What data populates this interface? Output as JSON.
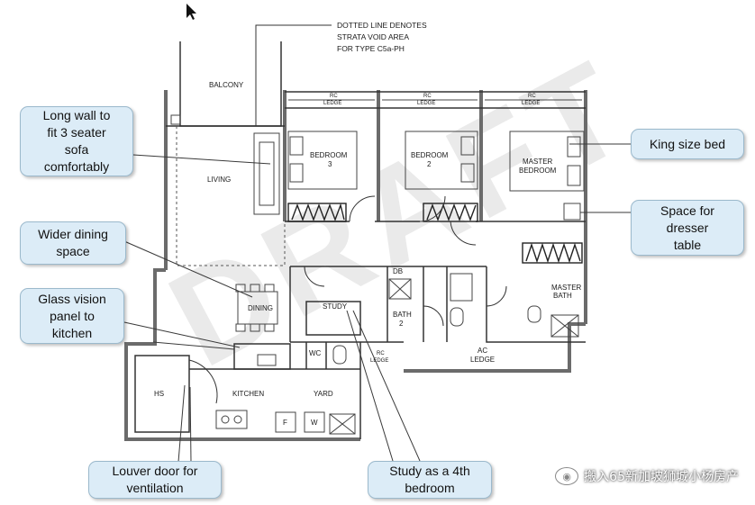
{
  "watermark": "DRAFT",
  "plan_note": [
    "DOTTED LINE DENOTES",
    "STRATA VOID AREA",
    "FOR TYPE C5a-PH"
  ],
  "rooms": {
    "balcony": "BALCONY",
    "living": "LIVING",
    "dining": "DINING",
    "bedroom3": [
      "BEDROOM",
      "3"
    ],
    "bedroom2": [
      "BEDROOM",
      "2"
    ],
    "master_bedroom": [
      "MASTER",
      "BEDROOM"
    ],
    "master_bath": [
      "MASTER",
      "BATH"
    ],
    "study": "STUDY",
    "bath2": [
      "BATH",
      "2"
    ],
    "db": "DB",
    "wc": "WC",
    "hs": "HS",
    "kitchen": "KITCHEN",
    "yard": "YARD",
    "fridge": "F",
    "washer": "W"
  },
  "ledges": {
    "rc1": [
      "RC",
      "LEDGE"
    ],
    "rc2": [
      "RC",
      "LEDGE"
    ],
    "rc3": [
      "RC",
      "LEDGE"
    ],
    "rc4": [
      "RC",
      "LEDGE"
    ],
    "ac": [
      "AC",
      "LEDGE"
    ]
  },
  "callouts": {
    "long_wall": "Long wall to\nfit 3 seater\nsofa\ncomfortably",
    "wider_dining": "Wider dining\nspace",
    "glass_panel": "Glass vision\npanel to\nkitchen",
    "louver_door": "Louver door for\nventilation",
    "study_bedroom": "Study as a 4th\nbedroom",
    "king_bed": "King size bed",
    "dresser": "Space for\ndresser\ntable"
  },
  "brand": "搬入65新加坡狮城小杨房产",
  "colors": {
    "callout_fill": "#dcecf7",
    "callout_border": "#9bb9cc",
    "wall": "#6b6b6b",
    "line": "#333333"
  }
}
